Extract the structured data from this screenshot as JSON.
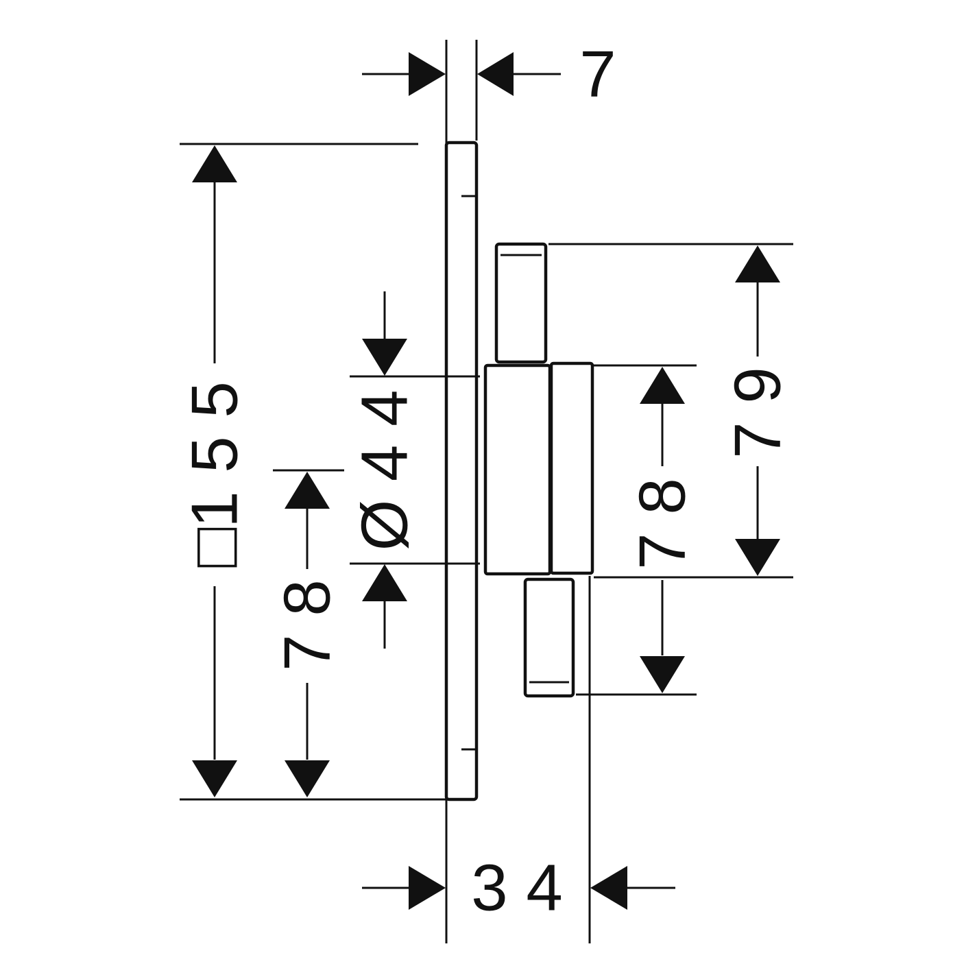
{
  "dimensions": {
    "top_width": "7",
    "bottom_width": "3 4",
    "plate_size": "□1 5 5",
    "left_offset": "7 8",
    "diameter": "Ø 4 4",
    "right_inner": "7 8",
    "right_outer": "7 9"
  },
  "colors": {
    "line": "#111111",
    "background": "#ffffff"
  }
}
